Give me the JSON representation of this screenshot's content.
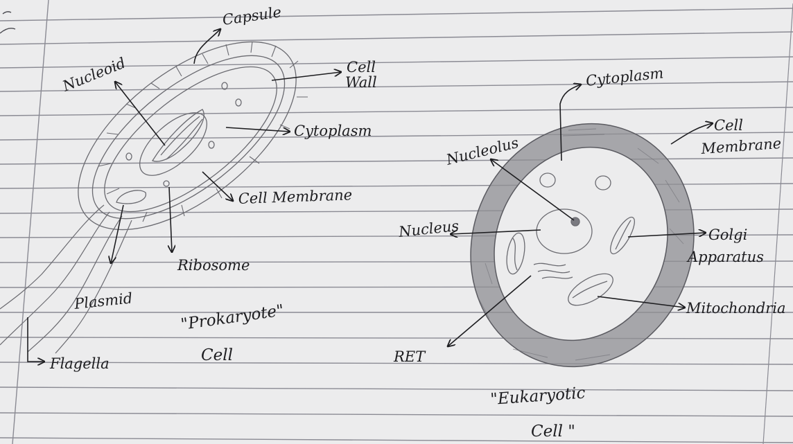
{
  "colors": {
    "paper": "#ececed",
    "rule": "#8a8a93",
    "ink": "#1d1d20",
    "pencil": "#6a6a70",
    "shade": "#8f8f93"
  },
  "prokaryote": {
    "labels": {
      "capsule": "Capsule",
      "nucleoid": "Nucleoid",
      "cell_wall_1": "Cell",
      "cell_wall_2": "Wall",
      "cytoplasm": "Cytoplasm",
      "cell_membrane": "Cell Membrane",
      "ribosome": "Ribosome",
      "plasmid": "Plasmid",
      "flagella": "Flagella"
    },
    "title_1": "\"Prokaryote\"",
    "title_2": "Cell"
  },
  "eukaryote": {
    "labels": {
      "cytoplasm": "Cytoplasm",
      "cell_membrane_1": "Cell",
      "cell_membrane_2": "Membrane",
      "nucleolus": "Nucleolus",
      "nucleus": "Nucleus",
      "golgi_1": "Golgi",
      "golgi_2": "Apparatus",
      "mitochondria": "Mitochondria",
      "ret": "RET"
    },
    "title_1": "\"Eukaryotic",
    "title_2": "Cell \""
  }
}
